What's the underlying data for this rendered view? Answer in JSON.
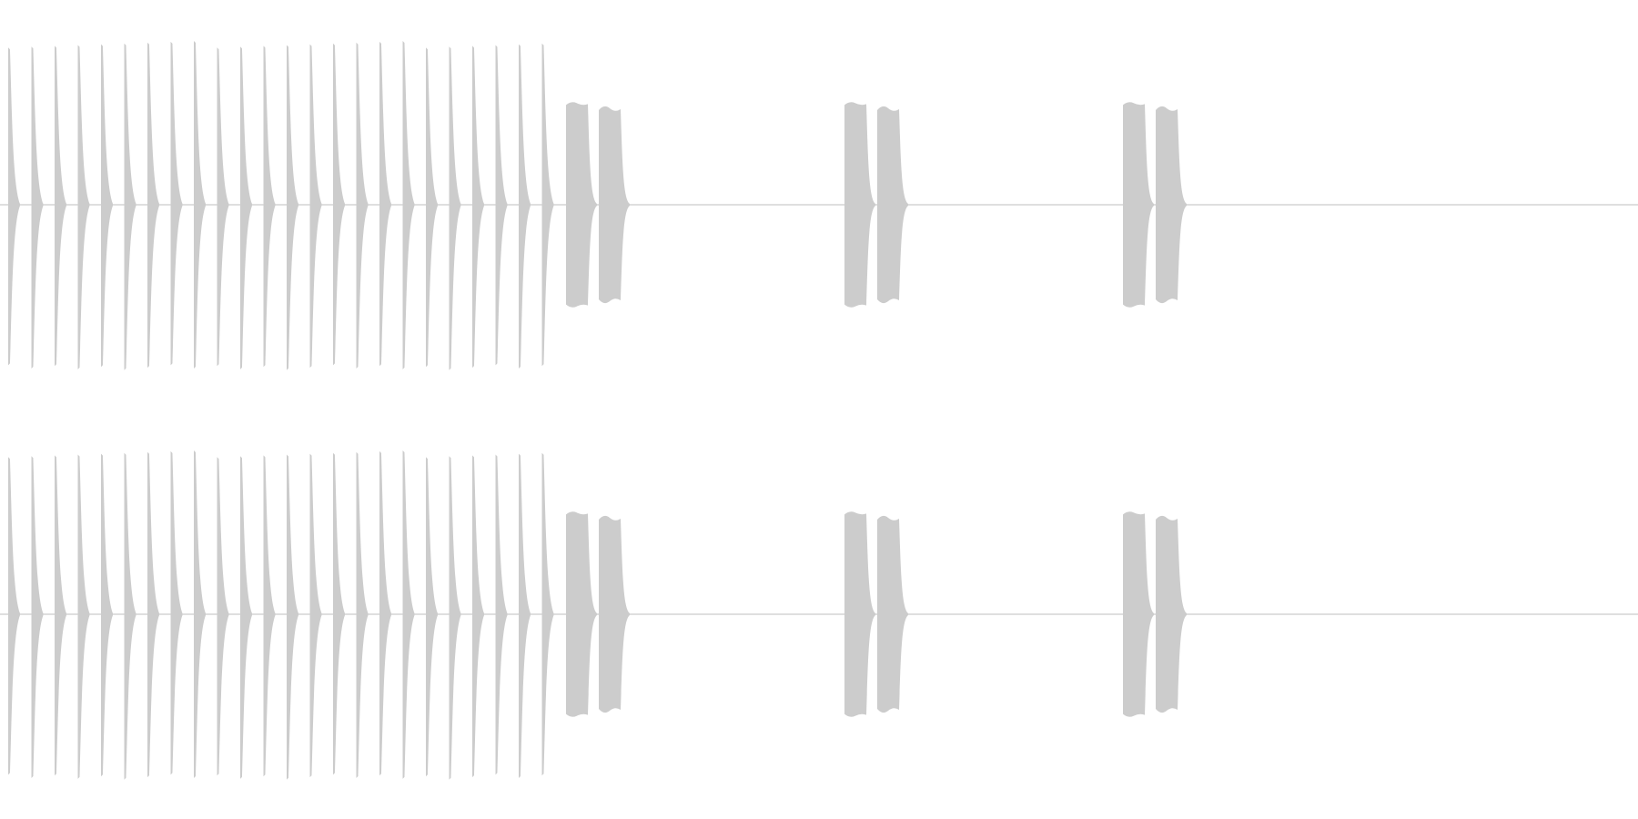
{
  "waveform": {
    "channel_count": 2,
    "color": "#cccccc",
    "background": "#ffffff",
    "baseline_color": "#cccccc",
    "channels": [
      {
        "name": ""
      },
      {
        "name": ""
      }
    ],
    "segments": {
      "short_clicks": {
        "count": 24,
        "relative_amplitude": 1.0
      },
      "bursts": [
        {
          "relative_amplitude": 0.62
        },
        {
          "relative_amplitude": 0.62
        },
        {
          "relative_amplitude": 0.62
        }
      ]
    }
  }
}
